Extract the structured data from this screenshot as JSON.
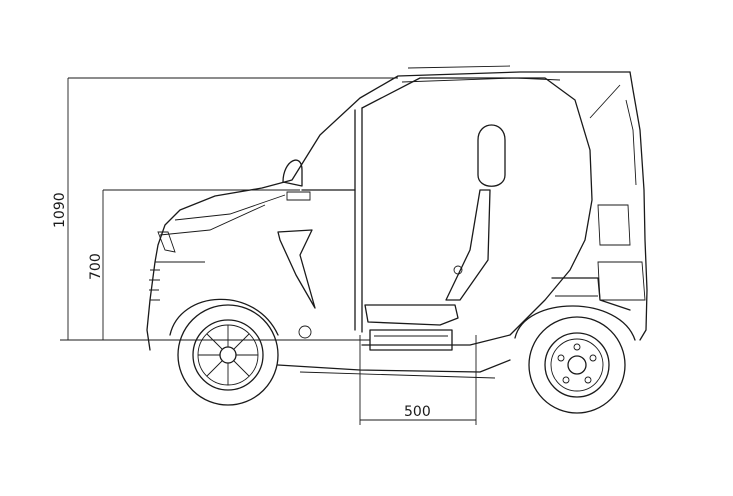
{
  "dimensions": {
    "overall_height": "1090",
    "seat_height": "700",
    "seat_depth": "500"
  }
}
